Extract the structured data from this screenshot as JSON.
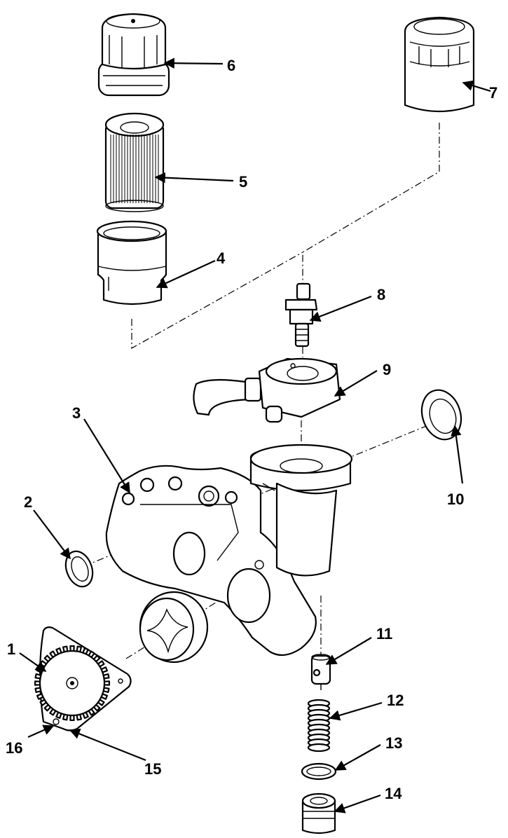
{
  "callouts": [
    {
      "id": "1",
      "label": "1"
    },
    {
      "id": "2",
      "label": "2"
    },
    {
      "id": "3",
      "label": "3"
    },
    {
      "id": "4",
      "label": "4"
    },
    {
      "id": "5",
      "label": "5"
    },
    {
      "id": "6",
      "label": "6"
    },
    {
      "id": "7",
      "label": "7"
    },
    {
      "id": "8",
      "label": "8"
    },
    {
      "id": "9",
      "label": "9"
    },
    {
      "id": "10",
      "label": "10"
    },
    {
      "id": "11",
      "label": "11"
    },
    {
      "id": "12",
      "label": "12"
    },
    {
      "id": "13",
      "label": "13"
    },
    {
      "id": "14",
      "label": "14"
    },
    {
      "id": "15",
      "label": "15"
    },
    {
      "id": "16",
      "label": "16"
    }
  ]
}
